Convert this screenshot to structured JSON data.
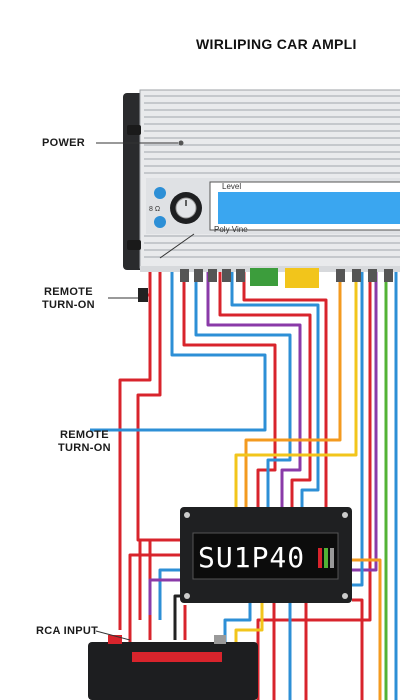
{
  "title": "WIRLIPING CAR AMPLI",
  "labels": {
    "power": "POWER",
    "remote_1_line1": "REMOTE",
    "remote_1_line2": "TURN-ON",
    "remote_2_line1": "REMOTE",
    "remote_2_line2": "TURN-ON",
    "rca_input": "RCA INPUT"
  },
  "amplifier": {
    "knob_text": "8 Ω",
    "panel_top_text": "Level",
    "panel_bottom_text": "Poly Vine"
  },
  "controller": {
    "display_text": "SU1P40"
  },
  "colors": {
    "red": "#d8242c",
    "blue": "#2d8fd6",
    "purple": "#8a3aa8",
    "orange": "#f39a1f",
    "green": "#53b335",
    "yellow": "#f2c51b",
    "amp_body": "#e9eaec",
    "amp_fins": "#c6c9cd",
    "lcd_blue": "#3aa6f0"
  }
}
